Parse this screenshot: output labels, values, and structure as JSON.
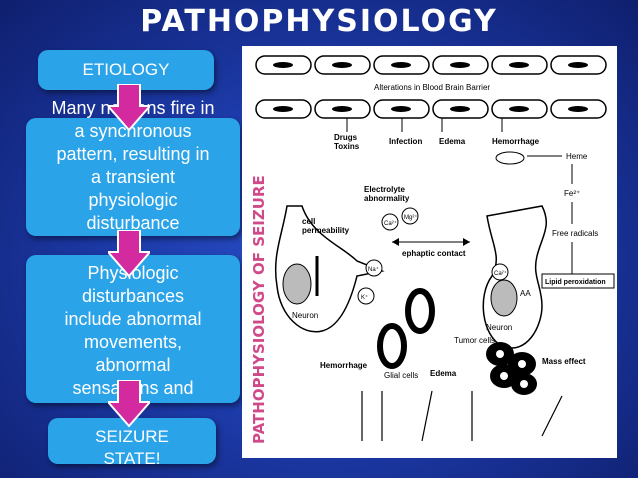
{
  "slide": {
    "title": "PATHOPHYSIOLOGY",
    "colors": {
      "background": "#1c3aa8",
      "box": "#2aa3e8",
      "arrow": "#d42aa0",
      "vertical_text": "#d04a8a"
    }
  },
  "flow": {
    "etiology": "ETIOLOGY",
    "description": [
      "Many neurons fire in",
      "a synchronous",
      "pattern, resulting in",
      "a transient",
      "physiologic",
      "disturbance"
    ],
    "disturbances": [
      "Physiologic",
      "disturbances",
      "include abnormal",
      "movements,",
      "abnormal",
      "sensations and"
    ],
    "seizure": [
      "SEIZURE",
      "STATE!"
    ]
  },
  "figure": {
    "vertical_title": "PATHOPHYSIOLOGY OF SEIZURE",
    "labels": {
      "bbb": "Alterations in Blood Brain Barrier",
      "drugs": "Drugs",
      "toxins": "Toxins",
      "infection": "Infection",
      "edema_top": "Edema",
      "hemorrhage_top": "Hemorrhage",
      "heme": "Heme",
      "fe": "Fe²⁺",
      "free_radicals": "Free radicals",
      "electrolyte": "Electrolyte",
      "abnormality": "abnormality",
      "ca": "Ca²⁺",
      "mg": "Mg²⁺",
      "cell": "cell",
      "permeability": "permeability",
      "ephaptic": "ephaptic contact",
      "na": "Na⁺",
      "k": "K⁺",
      "ca_right": "Ca²⁺",
      "aa": "AA",
      "lipid": "Lipid peroxidation",
      "neuron_left": "Neuron",
      "neuron_right": "Neuron",
      "tumor": "Tumor cells",
      "mass": "Mass effect",
      "hemorrhage_bottom": "Hemorrhage",
      "glial": "Glial cells",
      "edema_bottom": "Edema"
    }
  }
}
